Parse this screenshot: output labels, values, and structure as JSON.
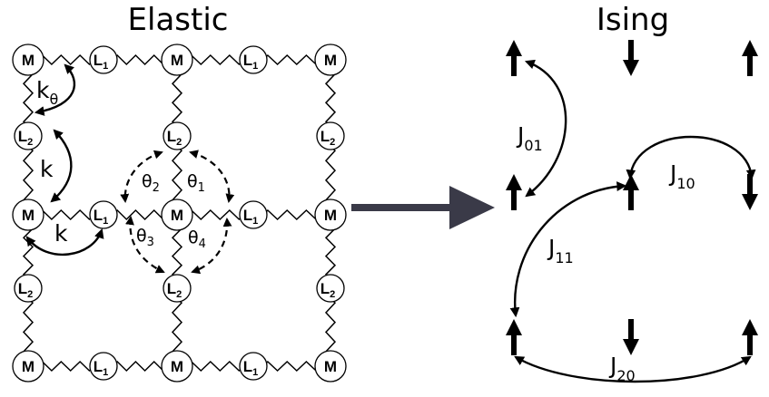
{
  "titles": {
    "elastic": "Elastic",
    "ising": "Ising"
  },
  "node_labels": {
    "mass": "M",
    "link1_base": "L",
    "link1_sub": "1",
    "link2_base": "L",
    "link2_sub": "2"
  },
  "elastic_params": {
    "k_theta": {
      "base": "k",
      "sub": "θ"
    },
    "k_vertical": "k",
    "k_horizontal": "k",
    "theta1": {
      "base": "θ",
      "sub": "1"
    },
    "theta2": {
      "base": "θ",
      "sub": "2"
    },
    "theta3": {
      "base": "θ",
      "sub": "3"
    },
    "theta4": {
      "base": "θ",
      "sub": "4"
    }
  },
  "ising_couplings": {
    "j01": {
      "base": "J",
      "sub": "01"
    },
    "j10": {
      "base": "J",
      "sub": "10"
    },
    "j11": {
      "base": "J",
      "sub": "11"
    },
    "j20": {
      "base": "J",
      "sub": "20"
    }
  },
  "spins": [
    [
      "up",
      "down",
      "up"
    ],
    [
      "up",
      "up",
      "down"
    ],
    [
      "up",
      "down",
      "up"
    ]
  ],
  "colors": {
    "ink": "#000000",
    "arrow": "#3a3a48",
    "background": "#ffffff"
  }
}
